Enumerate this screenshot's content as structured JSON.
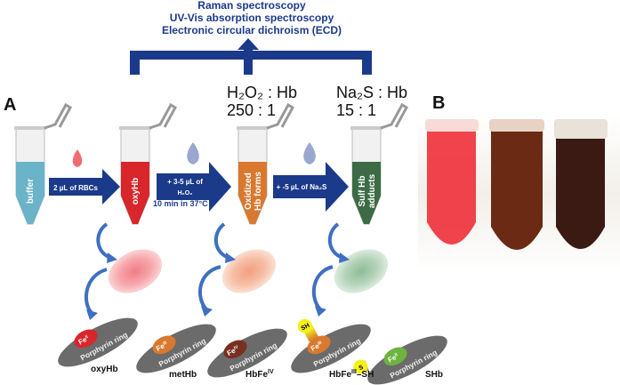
{
  "methods": [
    "Raman spectroscopy",
    "UV-Vis absorption spectroscopy",
    "Electronic circular dichroism (ECD)"
  ],
  "panel_a": "A",
  "panel_b": "B",
  "ratios": {
    "h2o2_label": "H₂O₂ : Hb",
    "h2o2_value": "250 : 1",
    "na2s_label": "Na₂S : Hb",
    "na2s_value": "15 : 1"
  },
  "tubes": [
    "buffer",
    "oxyHb",
    "Oxidized",
    "Hb forms",
    "Sulf Hb",
    "adducts"
  ],
  "steps": {
    "rbc": "2 µL of RBCs",
    "h2o2_line1": "+ 3-5 µL of",
    "h2o2_line2": "H₂O₂",
    "incubation": "10 min in 37°C",
    "na2s": "+ -5 µL of Na₂S"
  },
  "heme": {
    "ring": "Porphyrin ring",
    "fe2": "Fe",
    "fe2_ox": "II",
    "fe3": "Fe",
    "fe3_ox": "III",
    "fe4": "Fe",
    "fe4_ox": "IV",
    "sh": "SH",
    "s": "S"
  },
  "species": {
    "oxyhb": "oxyHb",
    "methb": "metHb",
    "hbfe4": "HbFe",
    "hbfe4_sup": "IV",
    "hbfe3sh": "HbFe",
    "hbfe3sh_sup": "III",
    "hbfe3sh_suffix": "–SH",
    "shb": "SHb"
  },
  "colors": {
    "navy": "#1b3a8a",
    "buffer": "#6ab3c8",
    "oxy": "#d8262b",
    "oxid": "#d9782f",
    "sulf": "#3c6b45",
    "ring": "#6b6b6b"
  }
}
